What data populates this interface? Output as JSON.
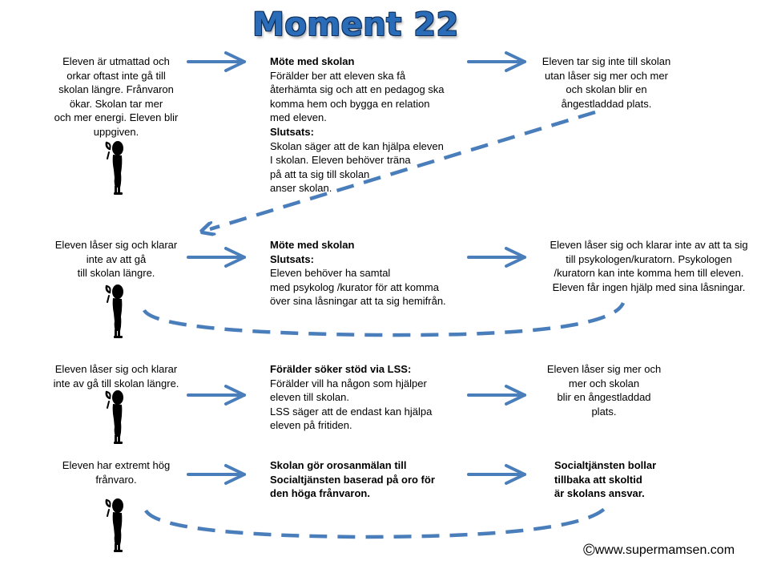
{
  "title": "Moment 22",
  "rows": [
    {
      "left": [
        "Eleven är utmattad och",
        "orkar oftast inte gå till",
        "skolan längre. Frånvaron",
        "ökar. Skolan tar mer",
        "och mer energi. Eleven blir",
        "uppgiven."
      ],
      "middle": [
        {
          "text": "Möte med skolan",
          "bold": true
        },
        {
          "text": "Förälder ber att  eleven ska få",
          "bold": false
        },
        {
          "text": "återhämta sig och att en pedagog ska",
          "bold": false
        },
        {
          "text": "komma hem och bygga en relation",
          "bold": false
        },
        {
          "text": "med eleven.",
          "bold": false
        },
        {
          "text": "Slutsats:",
          "bold": true
        },
        {
          "text": "Skolan säger att de kan hjälpa eleven",
          "bold": false
        },
        {
          "text": "I skolan. Eleven behöver träna",
          "bold": false
        },
        {
          "text": "på att ta sig till skolan",
          "bold": false
        },
        {
          "text": "anser skolan.",
          "bold": false
        }
      ],
      "right": [
        "Eleven tar sig inte till skolan",
        "utan  låser sig mer och mer",
        "och skolan  blir en",
        "ångestladdad plats."
      ]
    },
    {
      "left": [
        "Eleven låser sig och klarar",
        "inte av  att gå",
        "till skolan längre."
      ],
      "middle": [
        {
          "text": "Möte med skolan",
          "bold": true
        },
        {
          "text": "Slutsats:",
          "bold": true
        },
        {
          "text": "Eleven behöver ha samtal",
          "bold": false
        },
        {
          "text": "med psykolog /kurator för att komma",
          "bold": false
        },
        {
          "text": "över sina låsningar att ta sig hemifrån.",
          "bold": false
        }
      ],
      "right": [
        "Eleven låser sig och klarar inte av att ta sig",
        "till psykologen/kuratorn. Psykologen",
        "/kuratorn kan inte komma hem till eleven.",
        "Eleven får ingen hjälp med sina låsningar."
      ]
    },
    {
      "left": [
        "Eleven låser sig och klarar",
        "inte av gå till skolan längre."
      ],
      "middle": [
        {
          "text": "Förälder söker stöd via LSS:",
          "bold": true
        },
        {
          "text": "Förälder vill ha någon som hjälper",
          "bold": false
        },
        {
          "text": "eleven till skolan.",
          "bold": false
        },
        {
          "text": "LSS säger att de endast kan hjälpa",
          "bold": false
        },
        {
          "text": "eleven på fritiden.",
          "bold": false
        }
      ],
      "right": [
        "Eleven låser sig mer och",
        "mer och skolan",
        "blir en ångestladdad",
        "plats."
      ]
    },
    {
      "left": [
        "Eleven har extremt hög",
        "frånvaro."
      ],
      "middle": [
        {
          "text": "Skolan gör orosanmälan till",
          "bold": true
        },
        {
          "text": "Socialtjänsten baserad på oro för",
          "bold": true
        },
        {
          "text": "den höga frånvaron.",
          "bold": true
        }
      ],
      "right": [
        {
          "text": "Socialtjänsten bollar",
          "bold": true
        },
        {
          "text": "tillbaka att skoltid",
          "bold": true
        },
        {
          "text": "är skolans ansvar.",
          "bold": true
        }
      ]
    }
  ],
  "footer": {
    "symbol": "©",
    "text": "www.supermamsen.com"
  },
  "colors": {
    "arrow": "#4a7ebb",
    "title": "#2a6cb8",
    "figure": "#000000"
  }
}
